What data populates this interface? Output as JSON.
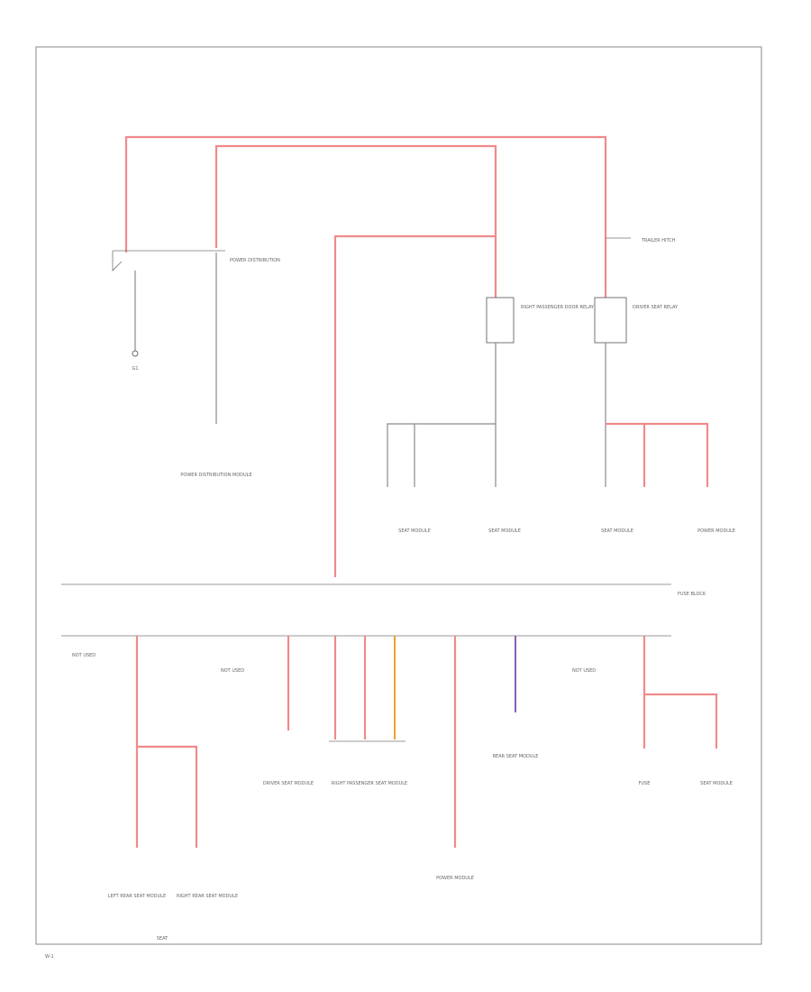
{
  "diagram": {
    "colors": {
      "power_wire": "#f08a8a",
      "ground_wire": "#8a8a8a",
      "signal_purple": "#8a5fb0",
      "signal_orange": "#f0a030",
      "frame": "#888888"
    },
    "labels": {
      "top_switch_note": "POWER DISTRIBUTION",
      "right_connector_note": "TRAILER HITCH",
      "relay_left": "RIGHT PASSENGER DOOR RELAY",
      "relay_right": "DRIVER SEAT RELAY",
      "ground_left": "G1",
      "power_module": "POWER DISTRIBUTION MODULE",
      "bottom_mid_left": "DRIVER SEAT MODULE",
      "bottom_mid_right": "RIGHT PASSENGER SEAT MODULE",
      "bottom_right": "REAR SEAT MODULE",
      "fuse_block": "FUSE BLOCK",
      "not_used_1": "NOT USED",
      "not_used_2": "NOT USED",
      "not_used_3": "NOT USED",
      "lower_left_1": "LEFT REAR SEAT MODULE",
      "lower_left_2": "RIGHT REAR SEAT MODULE",
      "lower_left_note": "SEAT",
      "mid_a": "SEAT MODULE",
      "mid_b": "SEAT MODULE",
      "mid_c": "SEAT MODULE",
      "mid_d": "POWER MODULE",
      "right_a": "FUSE",
      "right_b": "SEAT MODULE",
      "footer_tag": "W-1"
    }
  }
}
